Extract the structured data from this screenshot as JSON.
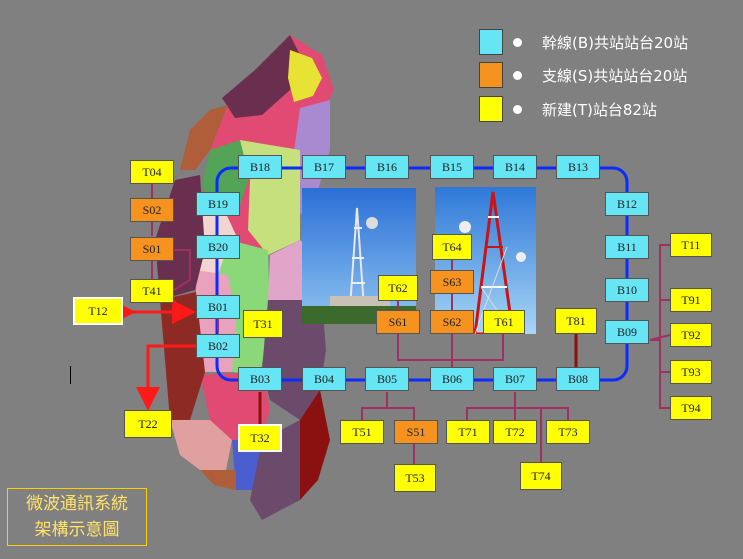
{
  "title": {
    "line1": "微波通訊系統",
    "line2": "架構示意圖"
  },
  "legend": [
    {
      "color": "#66e5f5",
      "text": "幹線(B)共站站台20站"
    },
    {
      "color": "#f6921e",
      "text": "支線(S)共站站台20站"
    },
    {
      "color": "#ffff00",
      "text": "新建(T)站台82站"
    }
  ],
  "nodes": {
    "backbone": [
      "B01",
      "B02",
      "B03",
      "B04",
      "B05",
      "B06",
      "B07",
      "B08",
      "B09",
      "B10",
      "B11",
      "B12",
      "B13",
      "B14",
      "B15",
      "B16",
      "B17",
      "B18",
      "B19",
      "B20"
    ],
    "branch": [
      "S01",
      "S02",
      "S51",
      "S61",
      "S62",
      "S63"
    ],
    "new": [
      "T04",
      "T41",
      "T12",
      "T22",
      "T31",
      "T32",
      "T51",
      "T53",
      "T61",
      "T62",
      "T64",
      "T71",
      "T72",
      "T73",
      "T74",
      "T81",
      "T11",
      "T91",
      "T92",
      "T93",
      "T94"
    ]
  },
  "colors": {
    "ring": "#0a2cff",
    "branch_link": "#a03060",
    "arrow": "#ff1a1a",
    "dark_link": "#8b1010"
  }
}
